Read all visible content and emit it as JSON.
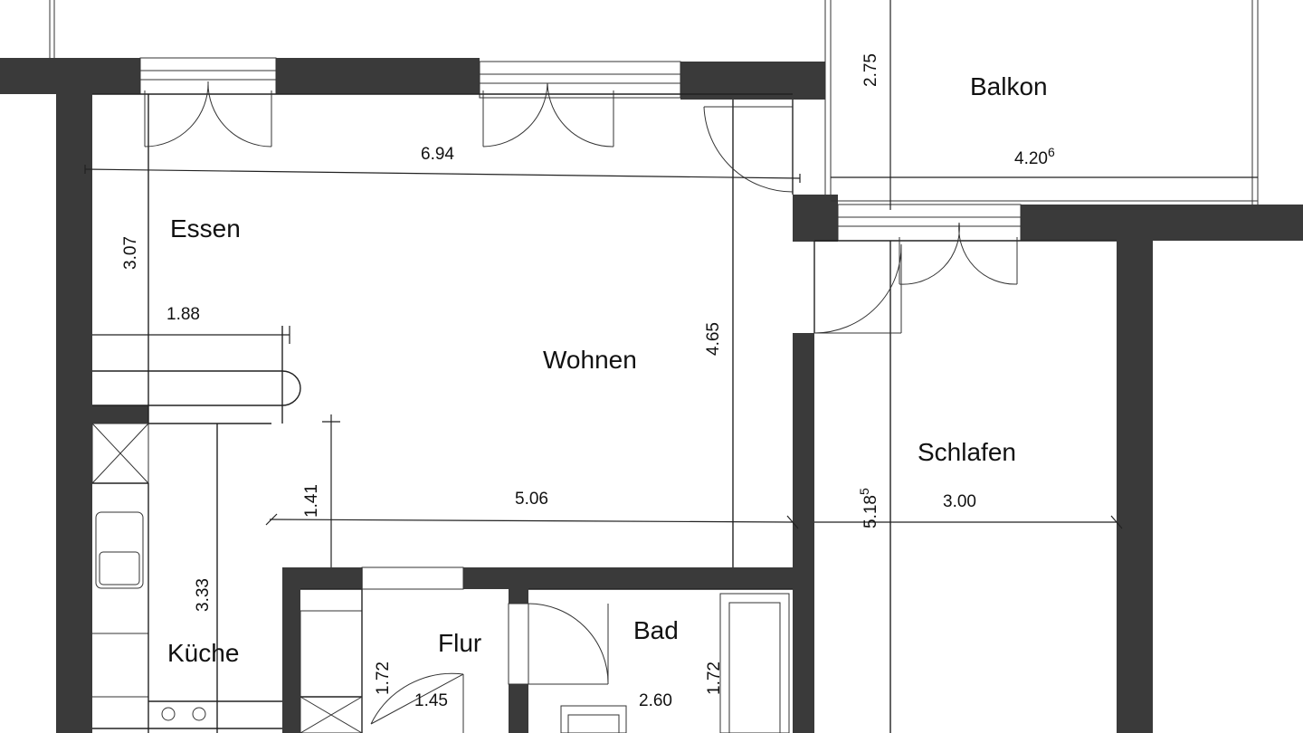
{
  "rooms": {
    "balkon": "Balkon",
    "essen": "Essen",
    "wohnen": "Wohnen",
    "schlafen": "Schlafen",
    "kueche": "Küche",
    "flur": "Flur",
    "bad": "Bad"
  },
  "dimensions": {
    "wohnen_width_total": "6.94",
    "balkon_depth": "2.75",
    "balkon_width": "4.20",
    "balkon_width_sup": "6",
    "essen_depth": "3.07",
    "essen_width": "1.88",
    "wohnen_depth": "4.65",
    "kueche_offset": "1.41",
    "wohnen_width": "5.06",
    "schlafen_depth": "5.18",
    "schlafen_depth_sup": "5",
    "schlafen_width": "3.00",
    "kueche_depth": "3.33",
    "flur_depth": "1.72",
    "flur_width": "1.45",
    "bad_width": "2.60",
    "bad_depth": "1.72"
  }
}
